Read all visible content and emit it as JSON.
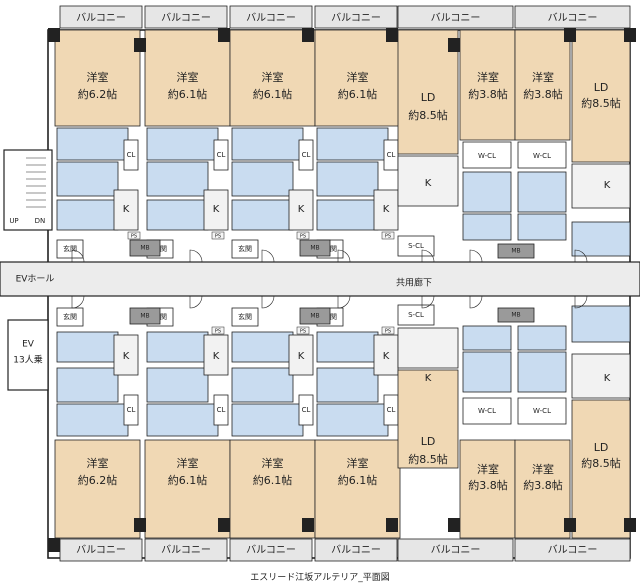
{
  "labels": {
    "balcony": "バルコニー",
    "western_room": "洋室",
    "ld": "LD",
    "kitchen": "K",
    "closet": "CL",
    "walk_in_closet": "W-CL",
    "shoe_closet": "S-CL",
    "entrance": "玄関",
    "meter_box": "MB",
    "pipe_space": "PS",
    "corridor": "共用廊下",
    "ev_hall": "EVホール",
    "ev": "EV",
    "ev_capacity": "13人乗",
    "up": "UP",
    "dn": "DN",
    "area_6_2": "約6.2帖",
    "area_6_1": "約6.1帖",
    "area_8_5": "約8.5帖",
    "area_3_8": "約3.8帖"
  },
  "caption": "エスリード江坂アルテリア_平面図",
  "colors": {
    "wood": "#f0d8b4",
    "tile": "#c9dcf0",
    "wall": "#222222",
    "floor": "#ffffff",
    "balcony": "#e6e6e6",
    "corridor": "#ececec",
    "kitchen": "#f2f2f2"
  }
}
